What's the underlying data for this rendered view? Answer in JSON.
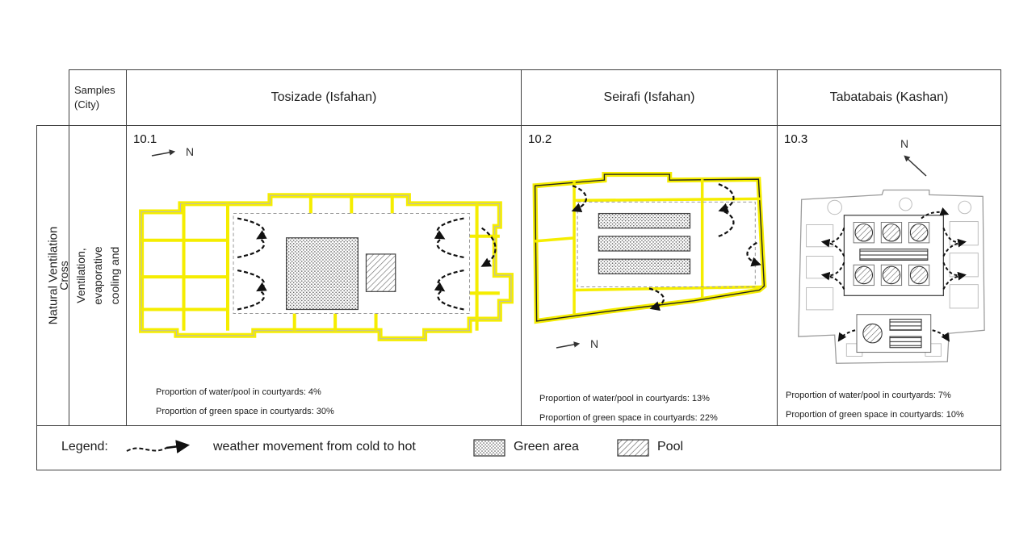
{
  "header": {
    "samples_label": "Samples (City)",
    "col1": "Tosizade  (Isfahan)",
    "col2": "Seirafi (Isfahan)",
    "col3": "Tabatabais (Kashan)"
  },
  "row": {
    "outer_label": "Natural Ventilation",
    "inner_line1": "Cross Ventilation,",
    "inner_line2": "evaporative cooling  and landscaping"
  },
  "cells": [
    {
      "fig": "10.1",
      "north": "N",
      "pool_text": "Proportion of water/pool in courtyards: 4%",
      "green_text": "Proportion of green space in courtyards: 30%"
    },
    {
      "fig": "10.2",
      "north": "N",
      "pool_text": "Proportion of water/pool in courtyards: 13%",
      "green_text": "Proportion of green space in courtyards: 22%"
    },
    {
      "fig": "10.3",
      "north": "N",
      "pool_text": "Proportion of water/pool in courtyards: 7%",
      "green_text": "Proportion of green space in courtyards: 10%"
    }
  ],
  "legend": {
    "title": "Legend:",
    "arrow_label": "weather movement from cold to hot",
    "green_label": "Green area",
    "pool_label": "Pool"
  },
  "colors": {
    "plan_yellow": "#F5ED00",
    "table_border": "#3f3f3f",
    "arrow_black": "#111111",
    "plan_gray": "#9a9a9a"
  }
}
